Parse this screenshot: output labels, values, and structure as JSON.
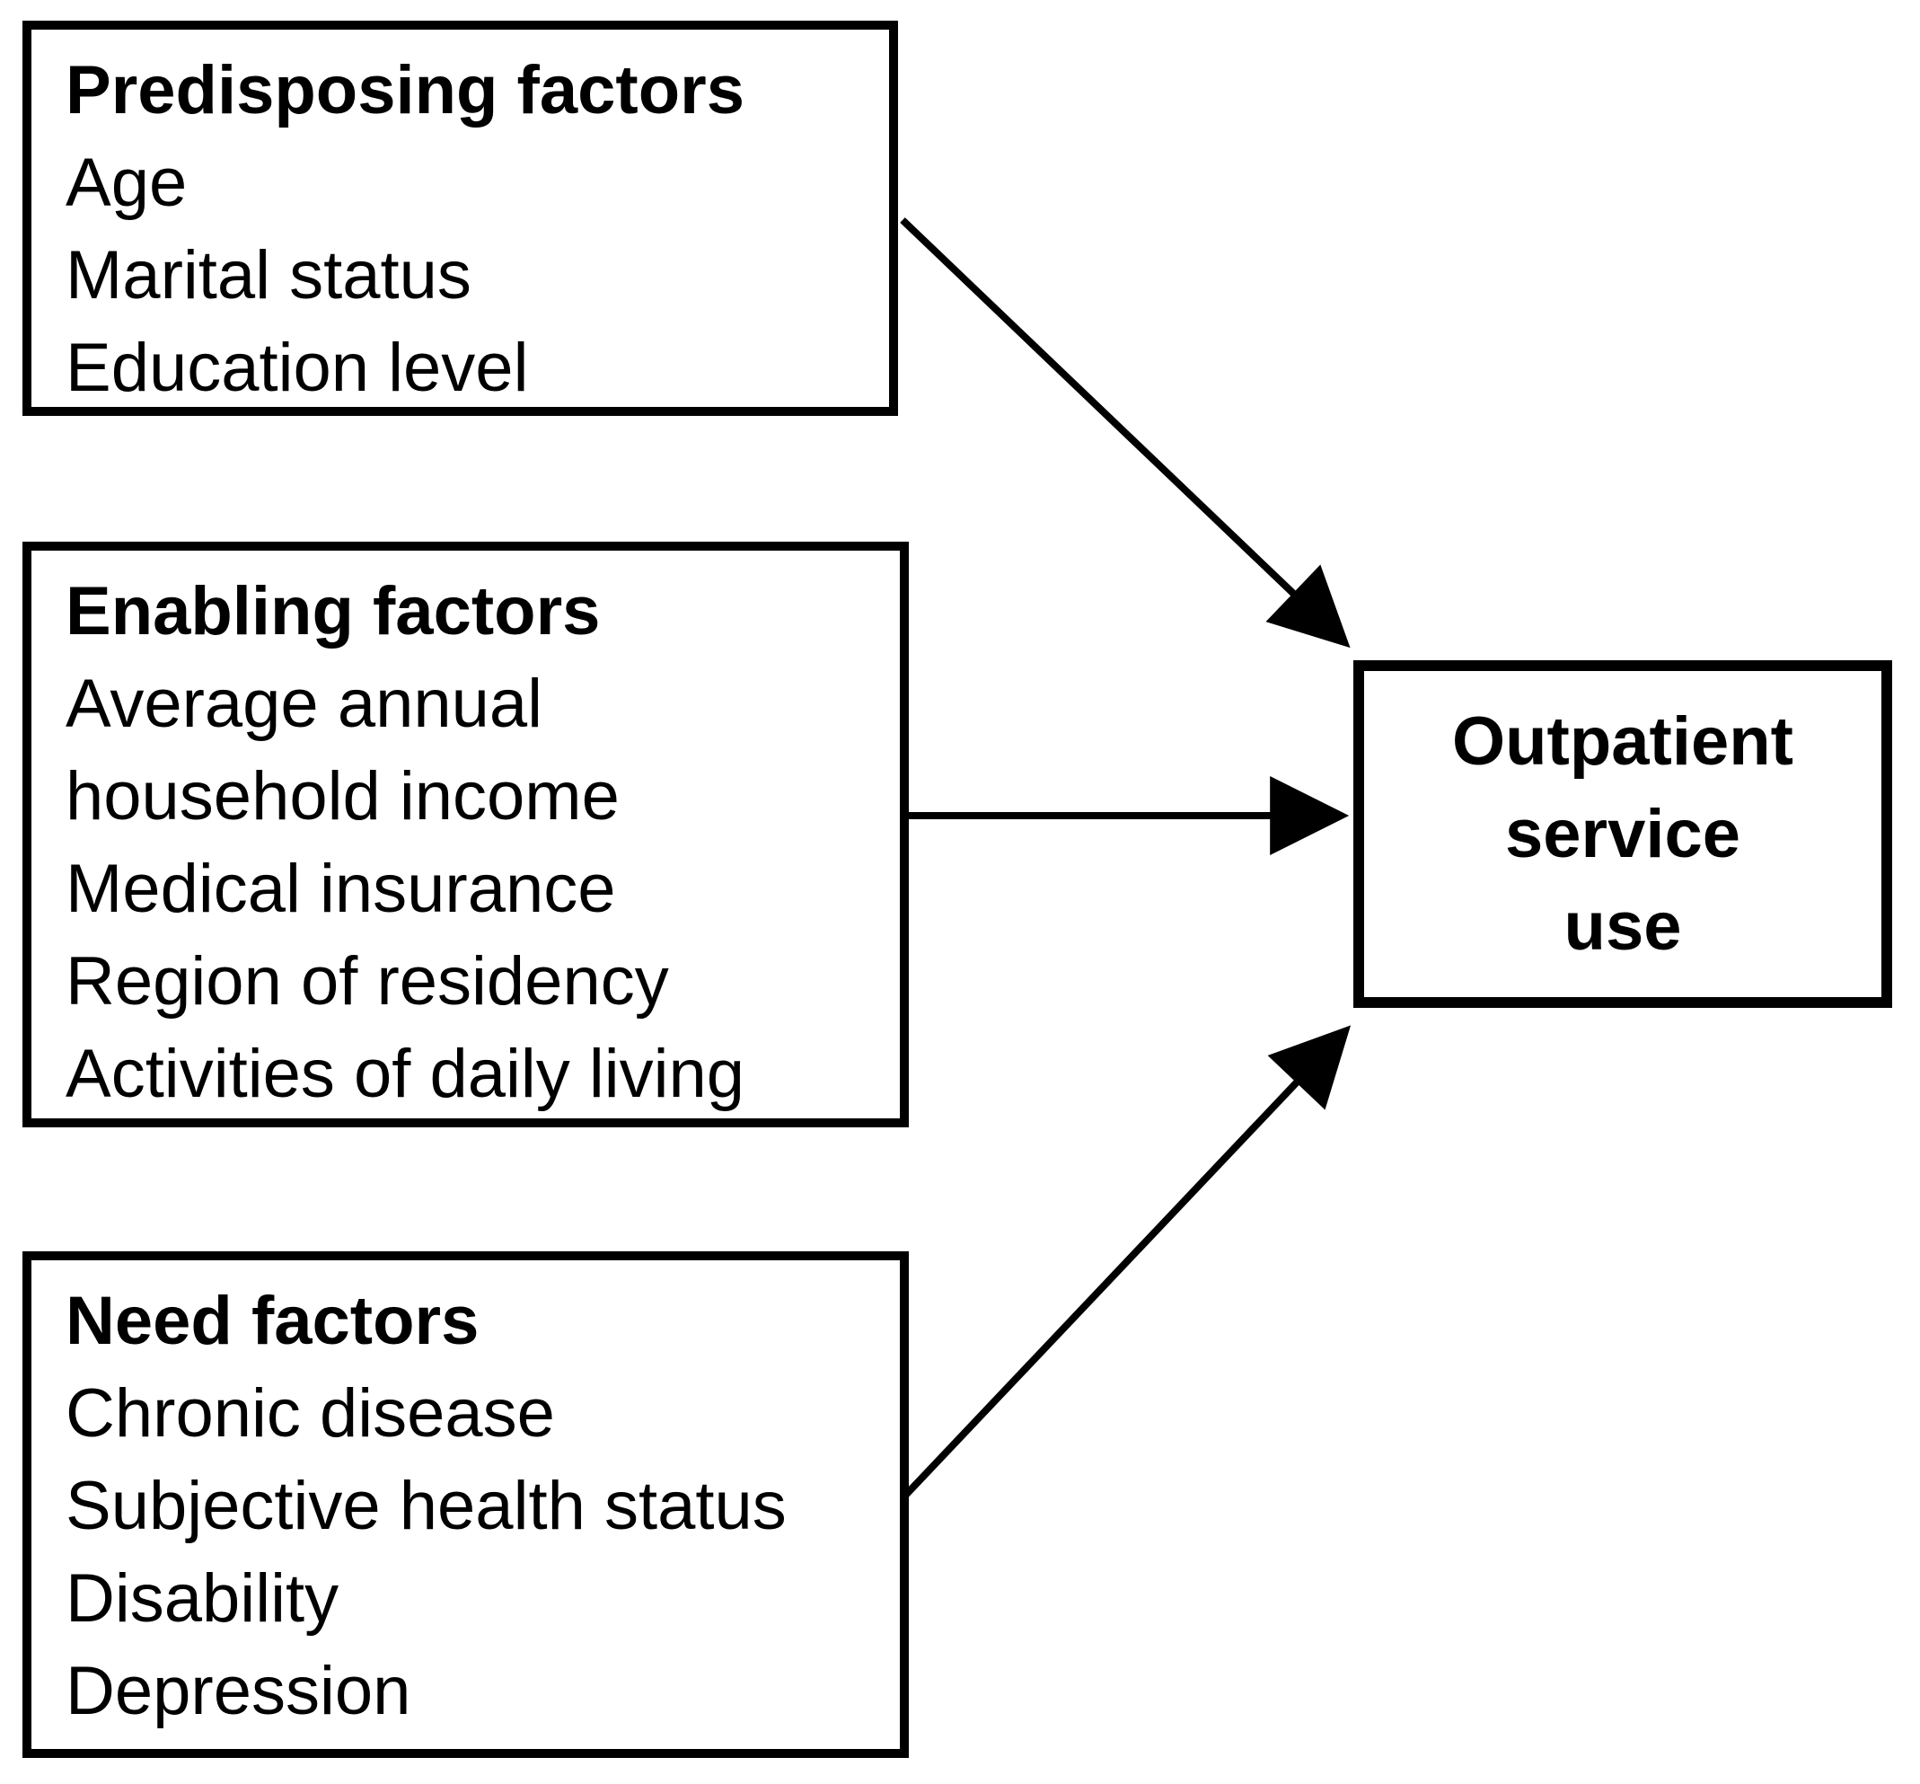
{
  "figure": {
    "background_color": "#ffffff",
    "line_color": "#000000",
    "text_color": "#000000",
    "boxes": {
      "predisposing": {
        "title": "Predisposing factors",
        "lines": [
          "Age",
          "Marital status",
          "Education level"
        ]
      },
      "enabling": {
        "title": "Enabling factors",
        "lines": [
          "Average annual",
          "household income",
          "Medical insurance",
          "Region of residency",
          "Activities of daily living"
        ]
      },
      "need": {
        "title": "Need factors",
        "lines": [
          "Chronic disease",
          "Subjective health status",
          "Disability",
          "Depression"
        ]
      },
      "outcome": {
        "lines": [
          "Outpatient",
          "service",
          "use"
        ]
      }
    },
    "arrows": [
      {
        "from": "predisposing",
        "to": "outcome"
      },
      {
        "from": "enabling",
        "to": "outcome"
      },
      {
        "from": "need",
        "to": "outcome"
      }
    ]
  }
}
